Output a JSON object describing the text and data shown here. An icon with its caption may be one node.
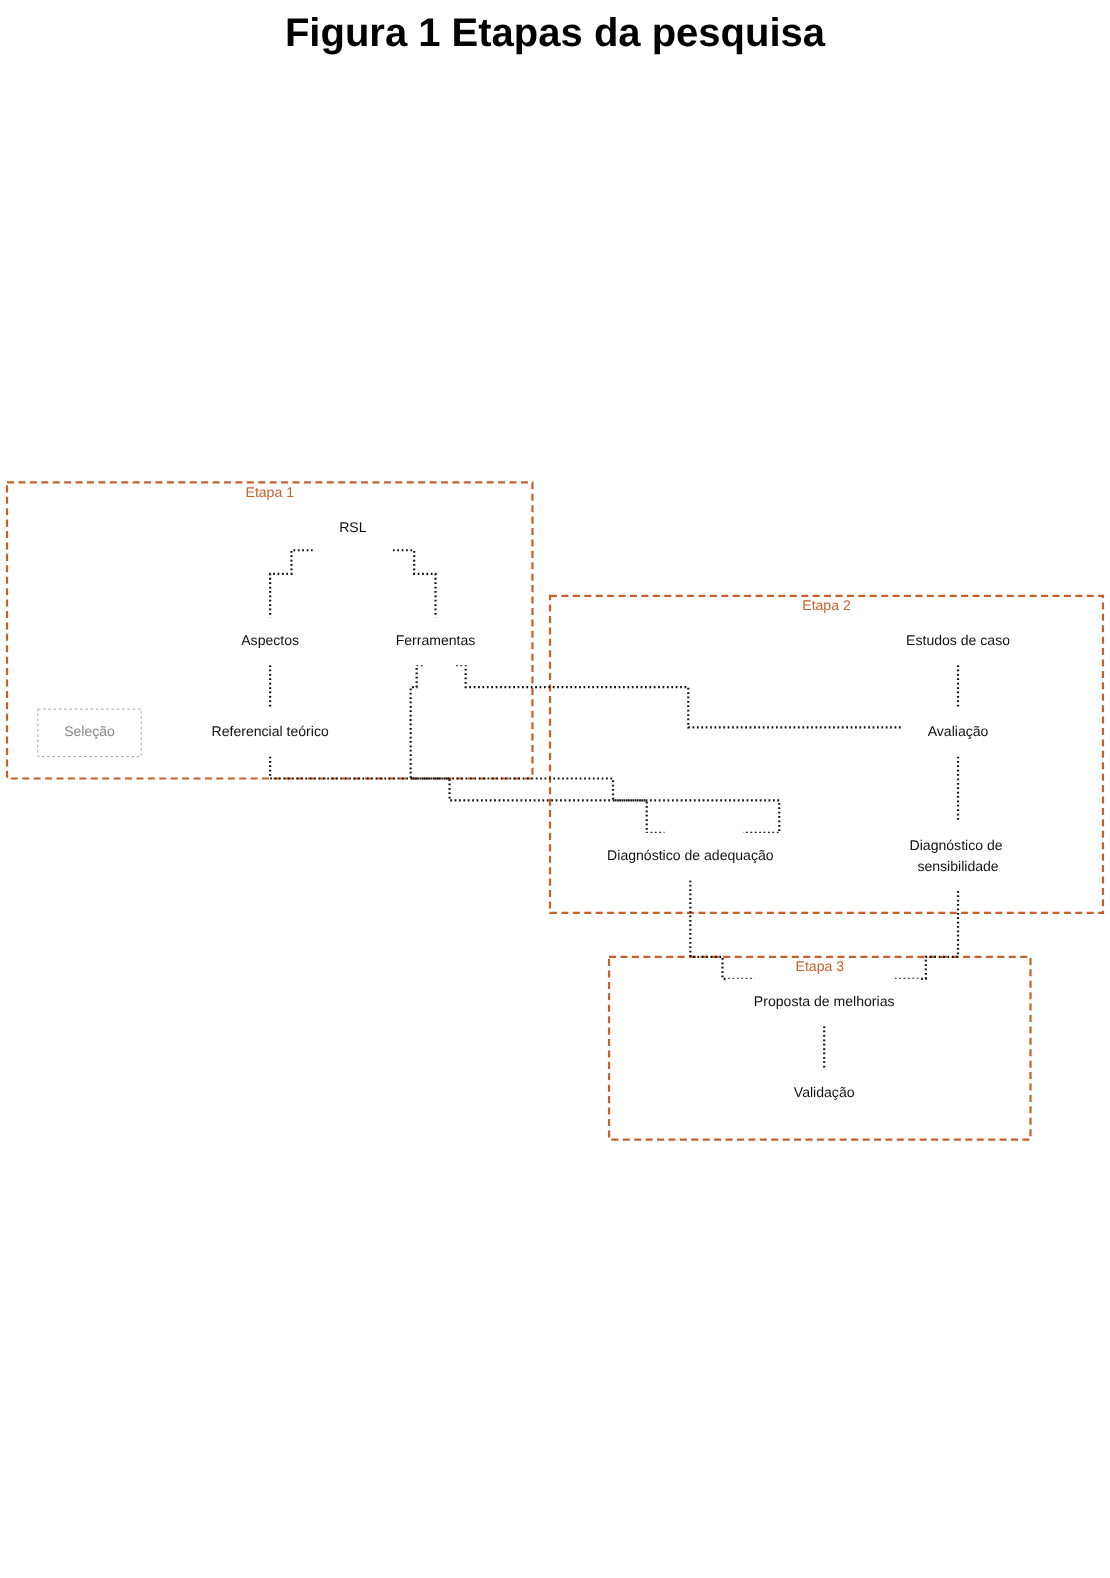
{
  "diagram": {
    "title": "Figura 1 Etapas da pesquisa",
    "nodes": [
      {
        "text": [
          "Etapa 1"
        ]
      },
      {
        "text": [
          "RSL"
        ],
        "in": 0
      },
      {
        "text": [
          "Aspectos"
        ],
        "in": 0
      },
      {
        "text": [
          "Ferramentas"
        ],
        "in": 0
      },
      {
        "text": [
          "Seleção"
        ],
        "in": 0
      },
      {
        "text": [
          "Referencial teórico"
        ],
        "in": 0
      },
      {
        "text": [
          "Etapa 2"
        ]
      },
      {
        "text": [
          "Estudos de caso"
        ],
        "in": 6
      },
      {
        "text": [
          "Avaliação"
        ],
        "in": 6
      },
      {
        "text": [
          "Diagnóstico de adequação"
        ],
        "in": 6
      },
      {
        "text": [
          "Diagnóstico de sensibilidade"
        ],
        "in": 6
      },
      {
        "text": [
          "Etapa 3"
        ]
      },
      {
        "text": [
          "Proposta de melhorias"
        ],
        "in": 11
      },
      {
        "text": [
          "Validação"
        ],
        "in": 11
      }
    ],
    "edges": [
      {
        "from": 1,
        "to": 2,
        "arrow": "none",
        "style": "dashed"
      },
      {
        "from": 1,
        "to": 3,
        "arrow": "none",
        "style": "dashed"
      },
      {
        "from": 2,
        "to": 5,
        "arrow": "none",
        "style": "dashed"
      },
      {
        "from": 5,
        "to": 9,
        "arrow": "none",
        "style": "dashed"
      },
      {
        "from": 3,
        "to": 9,
        "arrow": "none",
        "style": "dashed"
      },
      {
        "from": 3,
        "to": 8,
        "arrow": "none",
        "style": "dashed"
      },
      {
        "from": 7,
        "to": 8,
        "arrow": "none",
        "style": "dashed"
      },
      {
        "from": 8,
        "to": 10,
        "arrow": "none",
        "style": "dashed"
      },
      {
        "from": 9,
        "to": 12,
        "arrow": "none",
        "style": "dashed"
      },
      {
        "from": 10,
        "to": 12,
        "arrow": "none",
        "style": "dashed"
      },
      {
        "from": 12,
        "to": 13,
        "arrow": "none",
        "style": "dashed"
      }
    ]
  }
}
